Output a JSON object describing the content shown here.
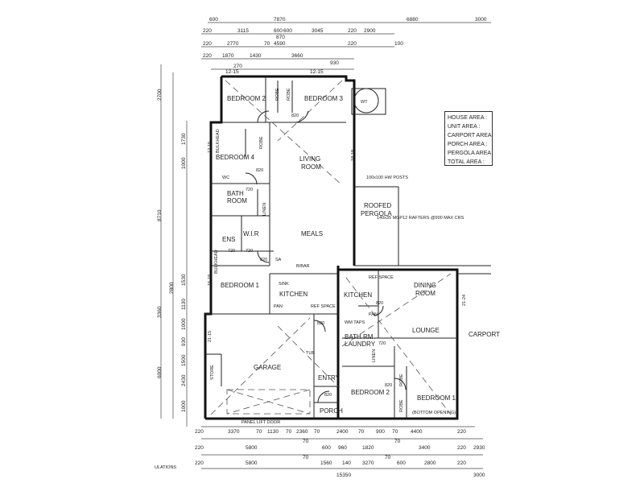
{
  "rooms": {
    "bedroom2_top": "BEDROOM 2",
    "bedroom3": "BEDROOM 3",
    "bedroom4": "BEDROOM 4",
    "bathroom_line1": "BATH",
    "bathroom_line2": "ROOM",
    "living_line1": "LIVING",
    "living_line2": "ROOM",
    "meals": "MEALS",
    "wir": "W.I.R",
    "ens": "ENS",
    "bedroom1_left": "BEDROOM 1",
    "kitchen_left": "KITCHEN",
    "garage": "GARAGE",
    "entry": "ENTRY",
    "porch": "PORCH",
    "kitchen_right": "KITCHEN",
    "dining_line1": "DINING",
    "dining_line2": "ROOM",
    "lounge": "LOUNGE",
    "bathrm_line1": "BATH RM",
    "bathrm_line2": "LAUNDRY",
    "bedroom2_right": "BEDROOM 2",
    "bedroom1_right": "BEDROOM 1",
    "roofed_line1": "ROOFED",
    "roofed_line2": "PERGOLA",
    "store": "STORE",
    "wt": "WT",
    "carport": "CARPORT"
  },
  "fixtures": {
    "robe": "ROBE",
    "wc": "WC",
    "linen": "LINEN",
    "sink": "SINK",
    "pan": "PAN",
    "ref_space": "REF SPACE",
    "ww_taps": "WM TAPS",
    "tub": "TUB",
    "bulkhead": "BULKHEAD",
    "bbar": "B/BAR",
    "hw_posts": "100x100 HW POSTS",
    "rafters": "140x35 MGP12 RAFTERS @900 MAX CRS",
    "panel_lift": "PANEL LIFT DOOR",
    "bottom_opening": "(BOTTOM OPENING)",
    "door_820": "820",
    "door_720": "720",
    "sa": "SA"
  },
  "legend": {
    "house_area": "HOUSE AREA :",
    "unit_area": "UNIT AREA :",
    "carport_area": "CARPORT AREA",
    "porch_area": "PORCH AREA :",
    "pergola_area": "PERGOLA AREA",
    "total_area": "TOTAL AREA :"
  },
  "dimensions": {
    "top_row1": [
      "600",
      "7870",
      "6880",
      "3000"
    ],
    "top_row2": [
      "220",
      "3115",
      "600",
      "600",
      "3045",
      "220",
      "2900"
    ],
    "top_row3": [
      "220",
      "2770",
      "70",
      "870",
      "220",
      "100"
    ],
    "top_row4": [
      "220",
      "1870",
      "1430",
      "3660",
      "4590"
    ],
    "top_row5": [
      "270",
      "12-15",
      "930",
      "12-15"
    ],
    "left": [
      "2700",
      "1730",
      "1000",
      "8710",
      "1530",
      "2800",
      "1130",
      "3360",
      "1000",
      "930",
      "1500",
      "6000",
      "2430",
      "1000"
    ],
    "bottom_row1": [
      "220",
      "3370",
      "70",
      "1130",
      "70",
      "2360",
      "70",
      "2400",
      "70",
      "900",
      "70",
      "4400",
      "220"
    ],
    "bottom_row2": [
      "220",
      "5800",
      "70",
      "600",
      "960",
      "1820",
      "70",
      "3400",
      "220",
      "2930"
    ],
    "bottom_row3": [
      "220",
      "5800",
      "70",
      "1560",
      "140",
      "3270",
      "70",
      "600",
      "2800",
      "220"
    ],
    "bottom_total": [
      "15350",
      "3000"
    ],
    "bottom_note": "ULATIONS",
    "left_labels": [
      "21-15",
      "18-18",
      "12-15",
      "15-18",
      "21-24"
    ]
  },
  "colors": {
    "ink": "#222222",
    "background": "#ffffff"
  }
}
